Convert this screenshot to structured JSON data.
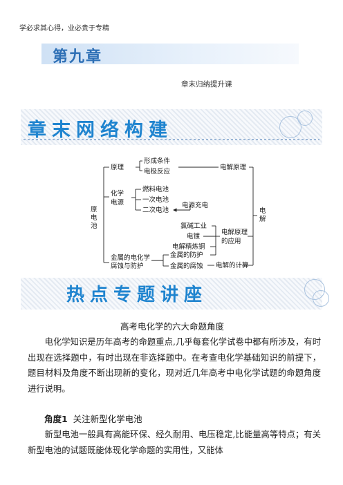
{
  "header": {
    "motto": "学必求其心得，业必贵于专精",
    "chapter_title": "第九章",
    "chapter_subtitle": "章末归纳提升课"
  },
  "section1": {
    "title": "章末网络构建"
  },
  "diagram": {
    "root": "原电池",
    "n_principle": "原理",
    "n_cond": "形成条件",
    "n_electrode": "电极反应",
    "n_chem_power": "化学电源",
    "n_fuel": "燃料电池",
    "n_primary": "一次电池",
    "n_secondary": "二次电池",
    "n_corrosion": "金属的电化学腐蚀与防护",
    "n_protection": "金属的防护",
    "n_corr": "金属的腐蚀",
    "n_charge": "电源充电",
    "n_chlor": "氯碱工业",
    "n_plating": "电镀",
    "n_refine": "电解精炼铜",
    "n_ep_principle": "电解原理",
    "n_ep_app": "电解原理的应用",
    "n_ep_calc": "电解的计算",
    "n_electrolysis": "电解"
  },
  "section2": {
    "title": "热点专题讲座"
  },
  "body": {
    "heading": "高考电化学的六大命题角度",
    "para1": "电化学知识是历年高考的命题重点,几乎每套化学试卷中都有所涉及，有时出现在选择题中，有时出现在非选择题中。在考查电化学基础知识的前提下，题目材料及角度不断出现新的变化，现对近几年高考中电化学试题的命题角度进行说明。",
    "angle_label": "角度1",
    "angle_title": "关注新型化学电池",
    "para2": "新型电池一般具有高能环保、经久耐用、电压稳定,比能量高等特点；有关新型电池的试题既能体现化学命题的实用性，又能体"
  },
  "colors": {
    "accent": "#1f84cf",
    "chapter": "#2d6fb5"
  }
}
